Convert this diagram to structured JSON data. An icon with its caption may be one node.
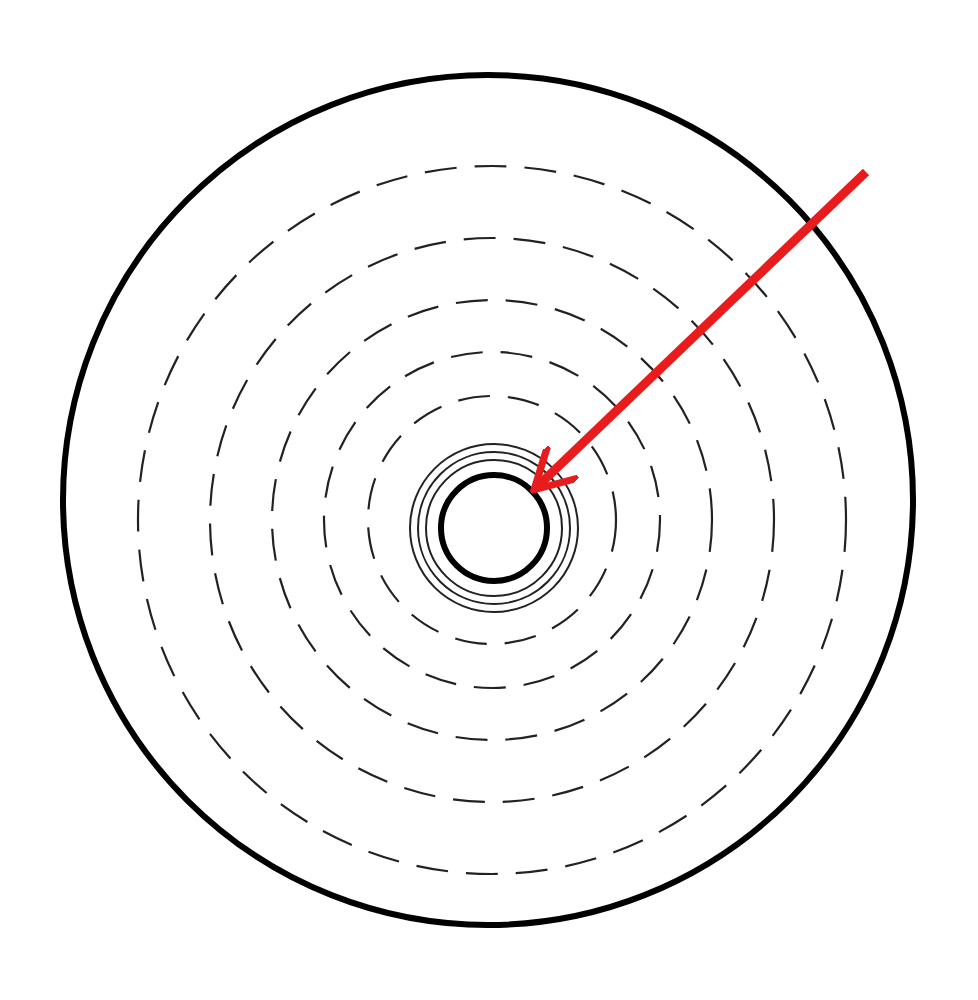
{
  "diagram": {
    "nodes": [
      {
        "text": [],
        "shape": "circle"
      },
      {
        "text": [],
        "shape": "circle",
        "in": 0
      }
    ],
    "edges": [
      {
        "from": null,
        "to": 1,
        "arrow": "to"
      }
    ]
  }
}
